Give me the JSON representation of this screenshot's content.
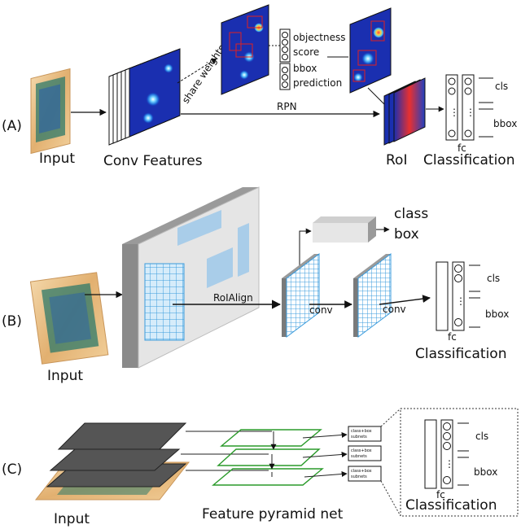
{
  "panel_a": {
    "tag": "(A)",
    "input": "Input",
    "conv_features": "Conv Features",
    "share_weights": "share weights",
    "objectness": "objectness",
    "score": "score",
    "bbox": "bbox",
    "prediction": "prediction",
    "rpn": "RPN",
    "roi": "RoI",
    "fc": "fc",
    "classification": "Classification",
    "cls": "cls",
    "bbox_out": "bbox"
  },
  "panel_b": {
    "tag": "(B)",
    "input": "Input",
    "class": "class",
    "box": "box",
    "roialign": "RoIAlign",
    "conv1": "conv",
    "conv2": "conv",
    "fc": "fc",
    "classification": "Classification",
    "cls": "cls",
    "bbox": "bbox"
  },
  "panel_c": {
    "tag": "(C)",
    "input": "Input",
    "fpn": "Feature pyramid net",
    "subnet1_line1": "class+box",
    "subnet1_line2": "subnets",
    "subnet2_line1": "class+box",
    "subnet2_line2": "subnets",
    "subnet3_line1": "class+box",
    "subnet3_line2": "subnets",
    "fc": "fc",
    "classification": "Classification",
    "cls": "cls",
    "bbox": "bbox"
  },
  "colors": {
    "heatmap_blue": "#1a2fb0",
    "box_red": "#e02020",
    "grid_blue": "#3a9bdc",
    "fpn_green": "#2a9a2a",
    "slab_dark": "#555555",
    "input_tan": "#e8c089"
  }
}
